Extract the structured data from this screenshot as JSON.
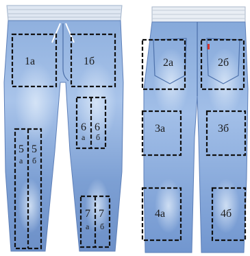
{
  "front_labels": {
    "z1a": "1а",
    "z1b": "1б",
    "z6a_top": "6",
    "z6b_top": "6",
    "z6a_bottom": "а",
    "z6b_bottom": "б",
    "z5a_top": "5",
    "z5b_top": "5",
    "z5a_bottom": "а",
    "z5b_bottom": "б",
    "z7a_top": "7",
    "z7b_top": "7",
    "z7a_bottom": "а",
    "z7b_bottom": "б"
  },
  "back_labels": {
    "z2a": "2а",
    "z2b": "2б",
    "z3a": "3а",
    "z3b": "3б",
    "z4a": "4а",
    "z4b": "4б"
  },
  "colors": {
    "denim_light": "#aac6ea",
    "denim_mid": "#7fa3d6",
    "denim_dark": "#4e76b6",
    "waistband": "#e9eef4",
    "dash": "#111111"
  }
}
